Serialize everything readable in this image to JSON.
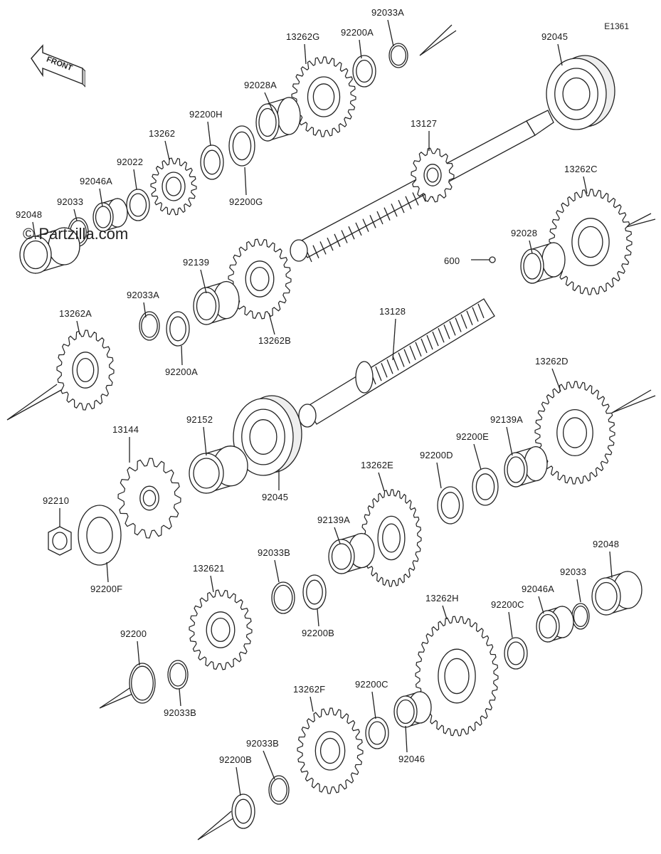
{
  "diagram_code": "E1361",
  "watermark": "© Partzilla.com",
  "front_label": "FRONT",
  "parts": [
    {
      "id": "92033A_top",
      "label": "92033A"
    },
    {
      "id": "13262G",
      "label": "13262G"
    },
    {
      "id": "92200A_top",
      "label": "92200A"
    },
    {
      "id": "92045_top",
      "label": "92045"
    },
    {
      "id": "92028A",
      "label": "92028A"
    },
    {
      "id": "92200H",
      "label": "92200H"
    },
    {
      "id": "13262",
      "label": "13262"
    },
    {
      "id": "92200G",
      "label": "92200G"
    },
    {
      "id": "92022",
      "label": "92022"
    },
    {
      "id": "92046A_top",
      "label": "92046A"
    },
    {
      "id": "92033_top",
      "label": "92033"
    },
    {
      "id": "92048_top",
      "label": "92048"
    },
    {
      "id": "13127",
      "label": "13127"
    },
    {
      "id": "13262C",
      "label": "13262C"
    },
    {
      "id": "92028",
      "label": "92028"
    },
    {
      "id": "600",
      "label": "600"
    },
    {
      "id": "92139",
      "label": "92139"
    },
    {
      "id": "92033A_mid",
      "label": "92033A"
    },
    {
      "id": "13262A",
      "label": "13262A"
    },
    {
      "id": "13262B",
      "label": "13262B"
    },
    {
      "id": "92200A_mid",
      "label": "92200A"
    },
    {
      "id": "13128",
      "label": "13128"
    },
    {
      "id": "13262D",
      "label": "13262D"
    },
    {
      "id": "13144",
      "label": "13144"
    },
    {
      "id": "92152",
      "label": "92152"
    },
    {
      "id": "92045_mid",
      "label": "92045"
    },
    {
      "id": "92139A_right",
      "label": "92139A"
    },
    {
      "id": "92200E",
      "label": "92200E"
    },
    {
      "id": "92200D",
      "label": "92200D"
    },
    {
      "id": "13262E",
      "label": "13262E"
    },
    {
      "id": "92210",
      "label": "92210"
    },
    {
      "id": "92200F",
      "label": "92200F"
    },
    {
      "id": "92139A_mid",
      "label": "92139A"
    },
    {
      "id": "92033B_mid",
      "label": "92033B"
    },
    {
      "id": "132621",
      "label": "132621"
    },
    {
      "id": "92200B_mid",
      "label": "92200B"
    },
    {
      "id": "92048_low",
      "label": "92048"
    },
    {
      "id": "92033_low",
      "label": "92033"
    },
    {
      "id": "92046A_low",
      "label": "92046A"
    },
    {
      "id": "92200C_right",
      "label": "92200C"
    },
    {
      "id": "13262H",
      "label": "13262H"
    },
    {
      "id": "92200",
      "label": "92200"
    },
    {
      "id": "92033B_low",
      "label": "92033B"
    },
    {
      "id": "92200C_low",
      "label": "92200C"
    },
    {
      "id": "13262F",
      "label": "13262F"
    },
    {
      "id": "92033B_bot",
      "label": "92033B"
    },
    {
      "id": "92200B_bot",
      "label": "92200B"
    },
    {
      "id": "92046",
      "label": "92046"
    }
  ]
}
